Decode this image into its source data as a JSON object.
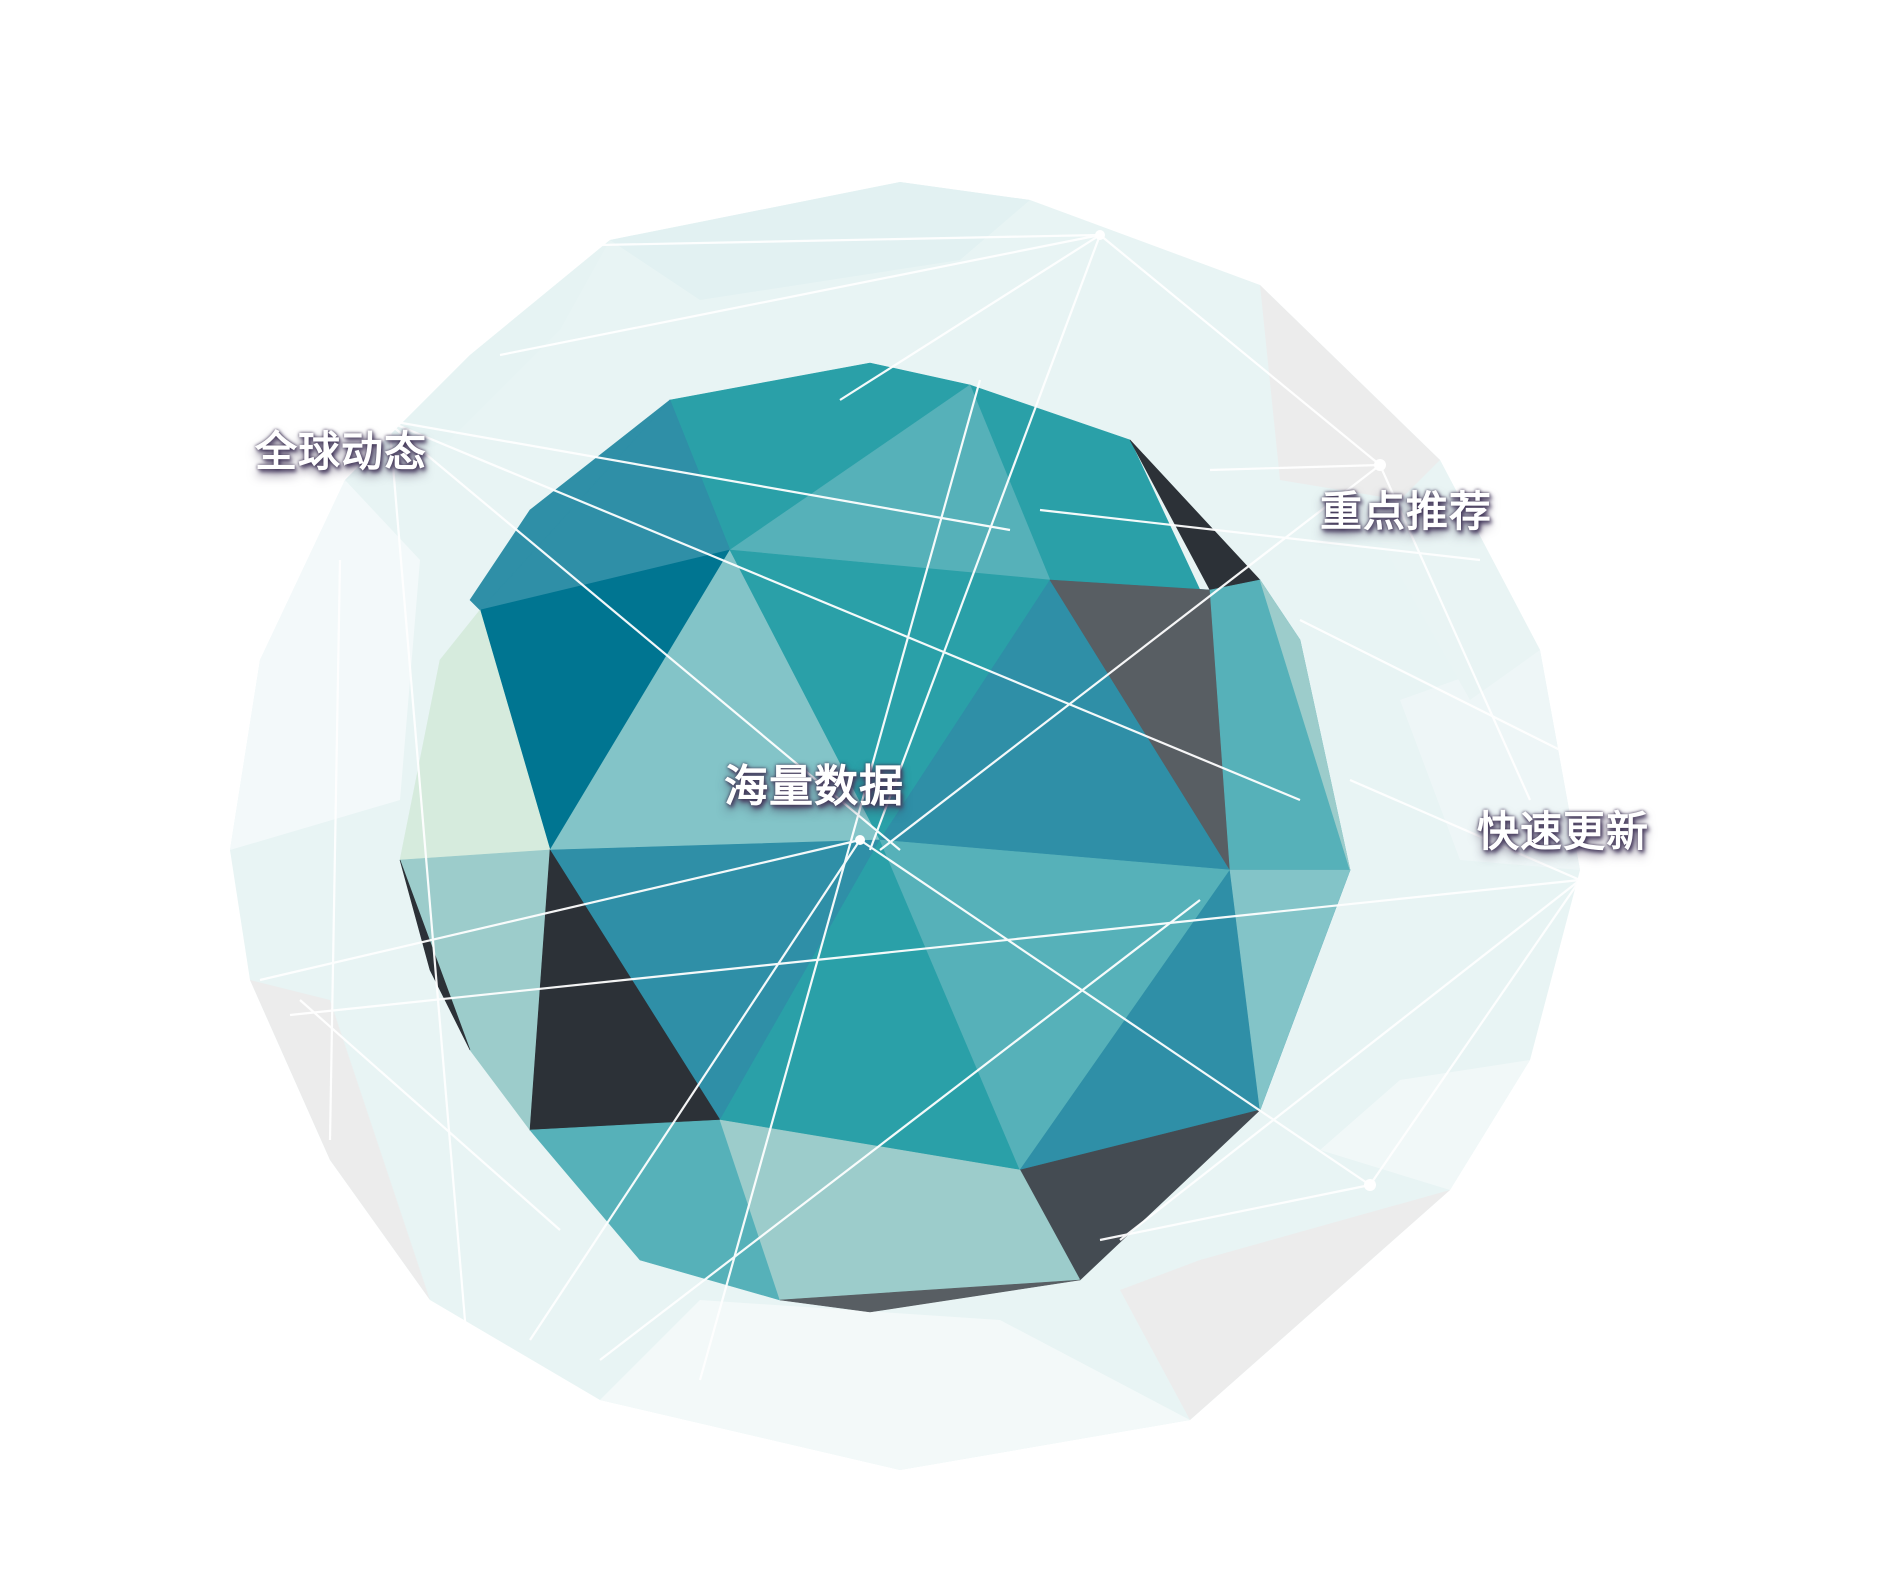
{
  "labels": {
    "global_news": "全球动态",
    "featured": "重点推荐",
    "fast_update": "快速更新",
    "big_data": "海量数据"
  },
  "colors": {
    "teal": "#2aa0a8",
    "deep_teal": "#007591",
    "mid_blue": "#2f8fa7",
    "light_teal": "#56b1b9",
    "pale_teal": "#83c4c8",
    "mint": "#9ccccb",
    "charcoal": "#2c3137",
    "slate": "#585e63",
    "shell": "#e8f4f4"
  }
}
